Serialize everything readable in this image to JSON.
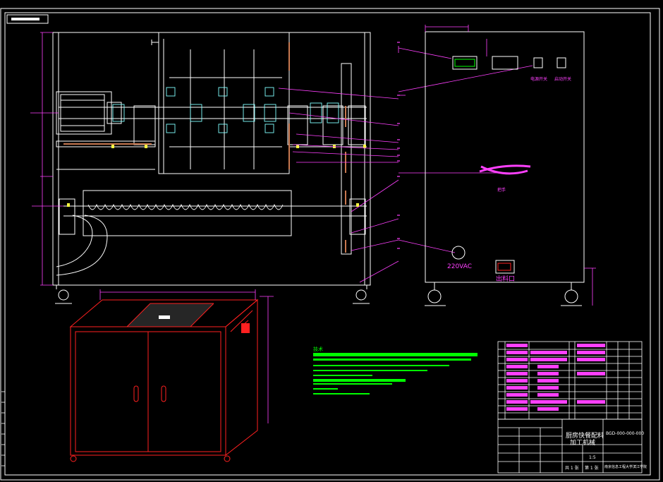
{
  "drawing": {
    "power_label": "220VAC",
    "outlet_label": "出料口",
    "switch_label_1": "电源开关",
    "switch_label_2": "启动开关",
    "handle_label": "把手",
    "notes_title": "技术",
    "title_block": {
      "title_line1": "厨房快餐配料",
      "title_line2": "加工机械",
      "drawing_no": "BGD-000-000-000",
      "sheet_total": "共 1 张",
      "sheet_no": "第 1 张",
      "university": "南京信息工程大学滨江学院",
      "scale": "1:5"
    }
  },
  "colors": {
    "background": "#000000",
    "frame": "#ffffff",
    "leader": "#ff40ff",
    "notes": "#00ff00",
    "iso_view": "#ff2020",
    "bom_fill": "#ff40ff"
  }
}
